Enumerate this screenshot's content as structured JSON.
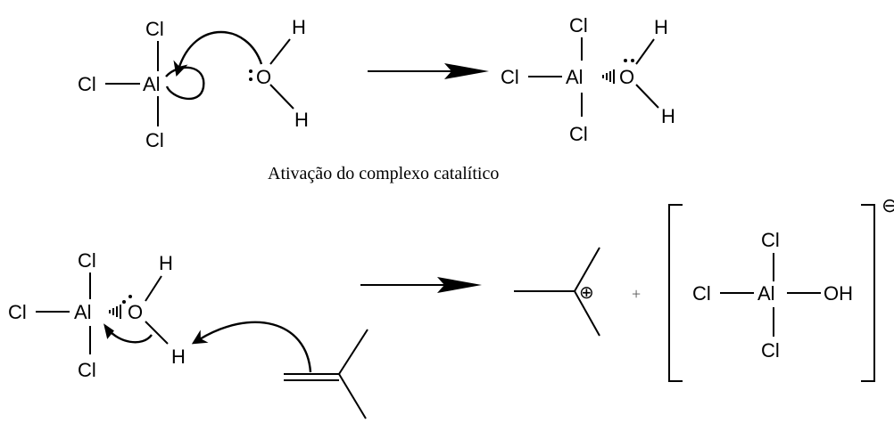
{
  "caption": "Ativação do complexo catalítico",
  "atoms": {
    "cl": "Cl",
    "al": "Al",
    "o": "O",
    "h": "H",
    "oh": "OH"
  },
  "plus_sign": "+",
  "charges": {
    "carbocation": "⊕",
    "anion": "⊖"
  },
  "colors": {
    "ink": "#000000",
    "plus_gray": "#555555",
    "background": "#ffffff"
  }
}
